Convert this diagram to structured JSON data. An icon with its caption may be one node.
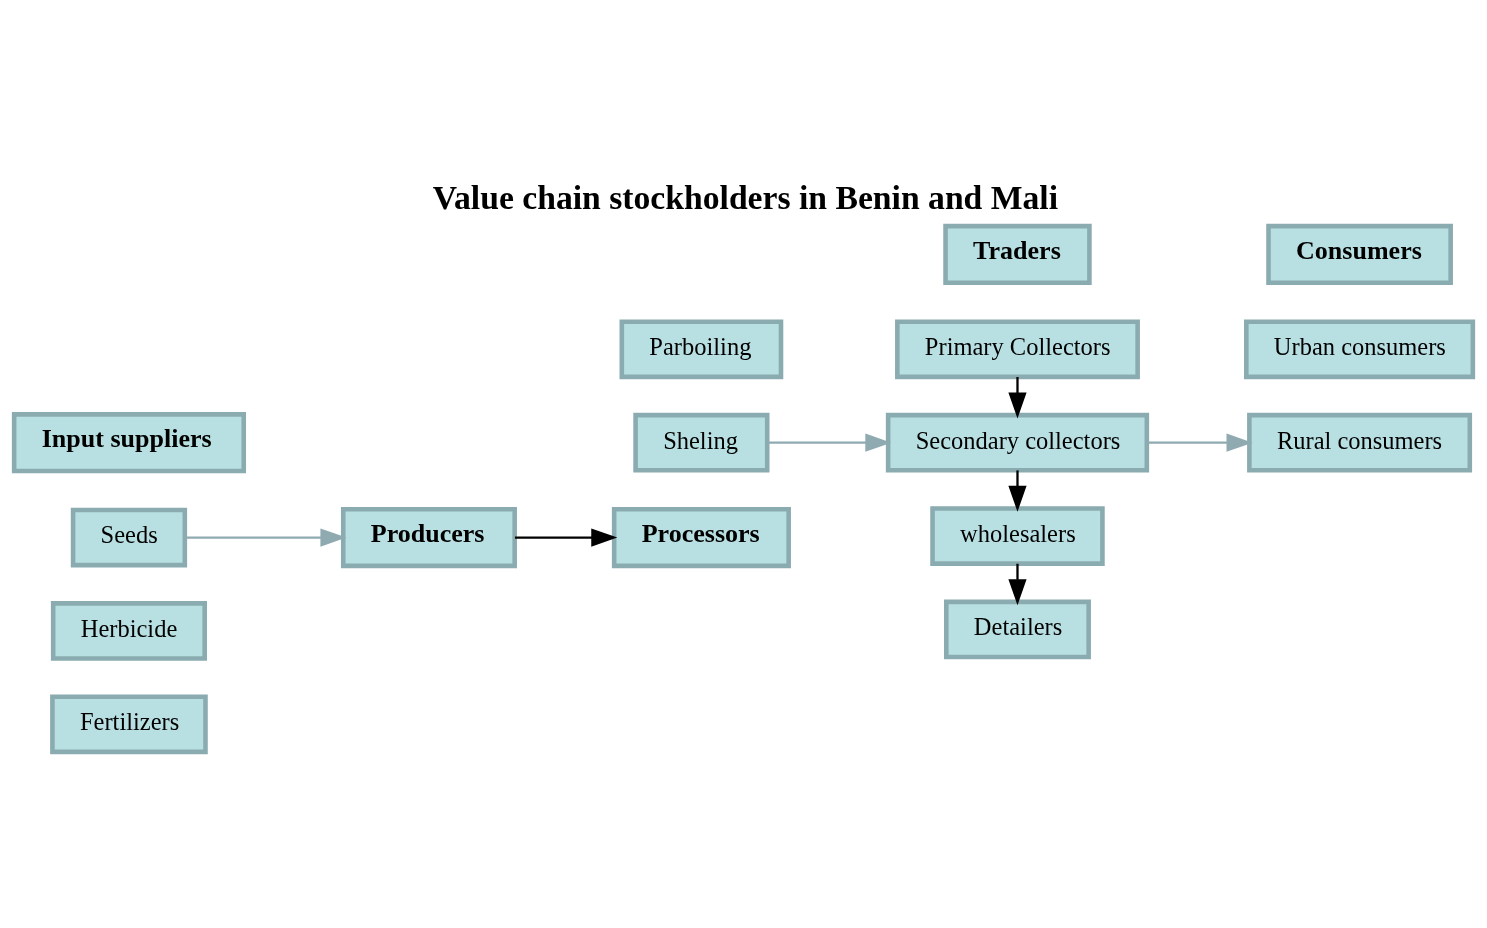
{
  "diagram": {
    "title": "Value chain stockholders in Benin and Mali",
    "nodes": [
      {
        "text": [
          "Input suppliers"
        ]
      },
      {
        "text": [
          "Processors"
        ]
      },
      {
        "text": [
          "Traders"
        ]
      },
      {
        "text": [
          "Consumers"
        ]
      },
      {
        "text": [
          "Seeds"
        ]
      },
      {
        "text": [
          "Herbicide"
        ]
      },
      {
        "text": [
          "Fertilizers"
        ]
      },
      {
        "text": [
          "Producers"
        ]
      },
      {
        "text": [
          "Parboiling"
        ]
      },
      {
        "text": [
          "Sheling"
        ]
      },
      {
        "text": [
          "Primary Collectors"
        ]
      },
      {
        "text": [
          "Secondary collectors"
        ]
      },
      {
        "text": [
          "wholesalers"
        ]
      },
      {
        "text": [
          "Detailers"
        ]
      },
      {
        "text": [
          "Rural consumers"
        ]
      },
      {
        "text": [
          "Urban consumers"
        ]
      }
    ],
    "edges": [
      {
        "from": 4,
        "to": 7,
        "arrow": "to",
        "color": "#8faab0"
      },
      {
        "from": 7,
        "to": 1,
        "arrow": "to"
      },
      {
        "from": 9,
        "to": 11,
        "arrow": "to",
        "color": "#8faab0"
      },
      {
        "from": 10,
        "to": 11,
        "arrow": "to"
      },
      {
        "from": 11,
        "to": 12,
        "arrow": "to"
      },
      {
        "from": 12,
        "to": 13,
        "arrow": "to"
      },
      {
        "from": 11,
        "to": 14,
        "arrow": "to",
        "color": "#8faab0"
      }
    ]
  }
}
